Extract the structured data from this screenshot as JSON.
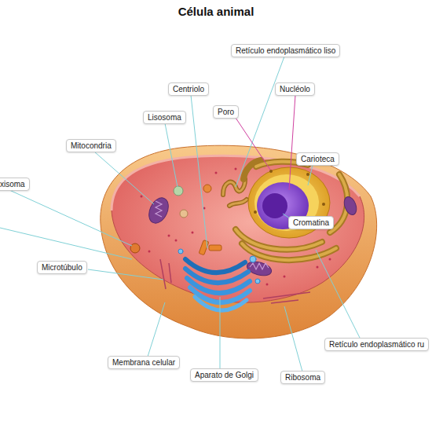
{
  "diagram": {
    "title": "Célula animal",
    "nodes": [
      {
        "text": [
          "Retículo endoplasmático liso"
        ]
      },
      {
        "text": [
          "Centriolo"
        ]
      },
      {
        "text": [
          "Nucléolo"
        ]
      },
      {
        "text": [
          "Poro"
        ]
      },
      {
        "text": [
          "Lisosoma"
        ]
      },
      {
        "text": [
          "Mitocondria"
        ]
      },
      {
        "text": [
          "Carioteca"
        ]
      },
      {
        "text": [
          "xisoma"
        ]
      },
      {
        "text": [
          "Cromatina"
        ]
      },
      {
        "text": [
          "Microtúbulo"
        ]
      },
      {
        "text": [
          "Retículo endoplasmático ru"
        ]
      },
      {
        "text": [
          "Membrana celular"
        ]
      },
      {
        "text": [
          "Aparato de Golgi"
        ]
      },
      {
        "text": [
          "Ribosoma"
        ]
      }
    ]
  }
}
